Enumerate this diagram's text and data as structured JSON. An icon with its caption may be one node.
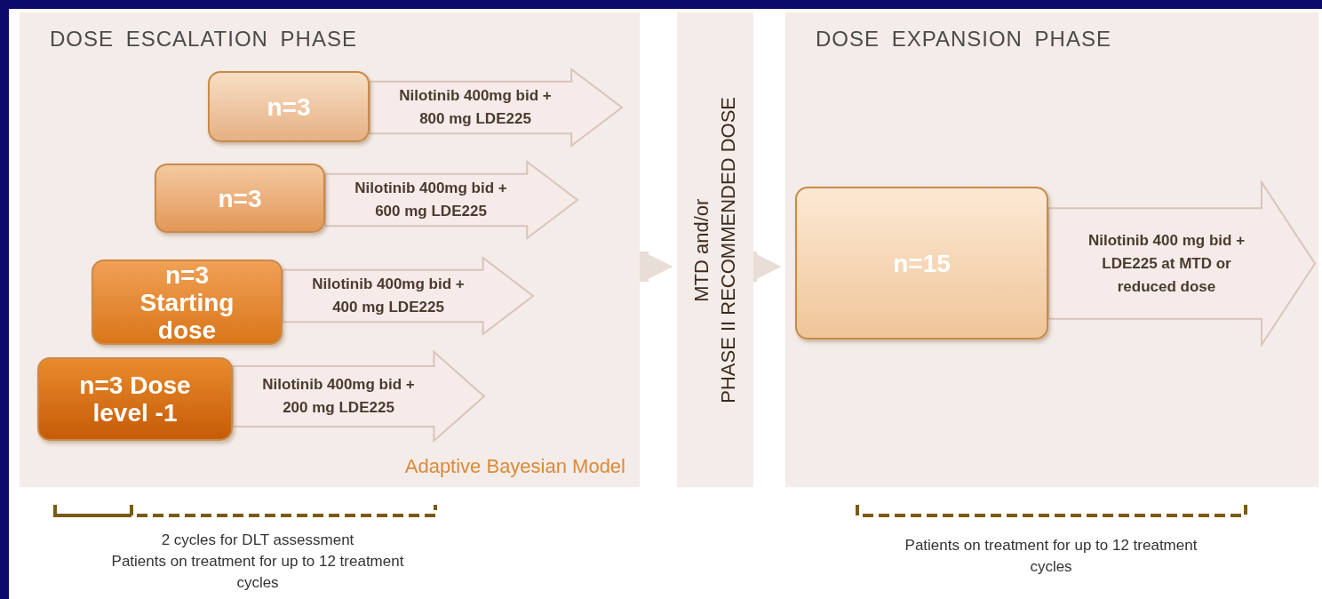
{
  "diagram": {
    "nodes": [
      {
        "text": [
          "DOSE ESCALATION PHASE",
          "Adaptive Bayesian Model"
        ]
      },
      {
        "text": [
          "n=3"
        ],
        "in": 0
      },
      {
        "text": [
          "Nilotinib 400mg bid + 800 mg LDE225"
        ],
        "in": 0
      },
      {
        "text": [
          "n=3"
        ],
        "in": 0
      },
      {
        "text": [
          "Nilotinib 400mg bid + 600 mg LDE225"
        ],
        "in": 0
      },
      {
        "text": [
          "n=3 Starting dose"
        ],
        "in": 0
      },
      {
        "text": [
          "Nilotinib 400mg bid + 400 mg LDE225"
        ],
        "in": 0
      },
      {
        "text": [
          "n=3 Dose level -1"
        ],
        "in": 0
      },
      {
        "text": [
          "Nilotinib 400mg bid + 200 mg LDE225"
        ],
        "in": 0
      },
      {
        "text": [
          "MTD and/or",
          "PHASE II RECOMMENDED DOSE"
        ]
      },
      {
        "text": [
          "DOSE EXPANSION PHASE"
        ]
      },
      {
        "text": [
          "n=15"
        ],
        "in": 10
      },
      {
        "text": [
          "Nilotinib 400 mg bid + LDE225 at MTD or reduced dose"
        ],
        "in": 10
      }
    ],
    "edges": [
      {
        "from": 0,
        "to": 9,
        "arrow": "to"
      },
      {
        "from": 9,
        "to": 10,
        "arrow": "to"
      }
    ],
    "labels": [
      "2 cycles for DLT assessment",
      "Patients on treatment for up to 12 treatment cycles",
      "Patients on treatment  for up to 12 treatment cycles"
    ]
  }
}
